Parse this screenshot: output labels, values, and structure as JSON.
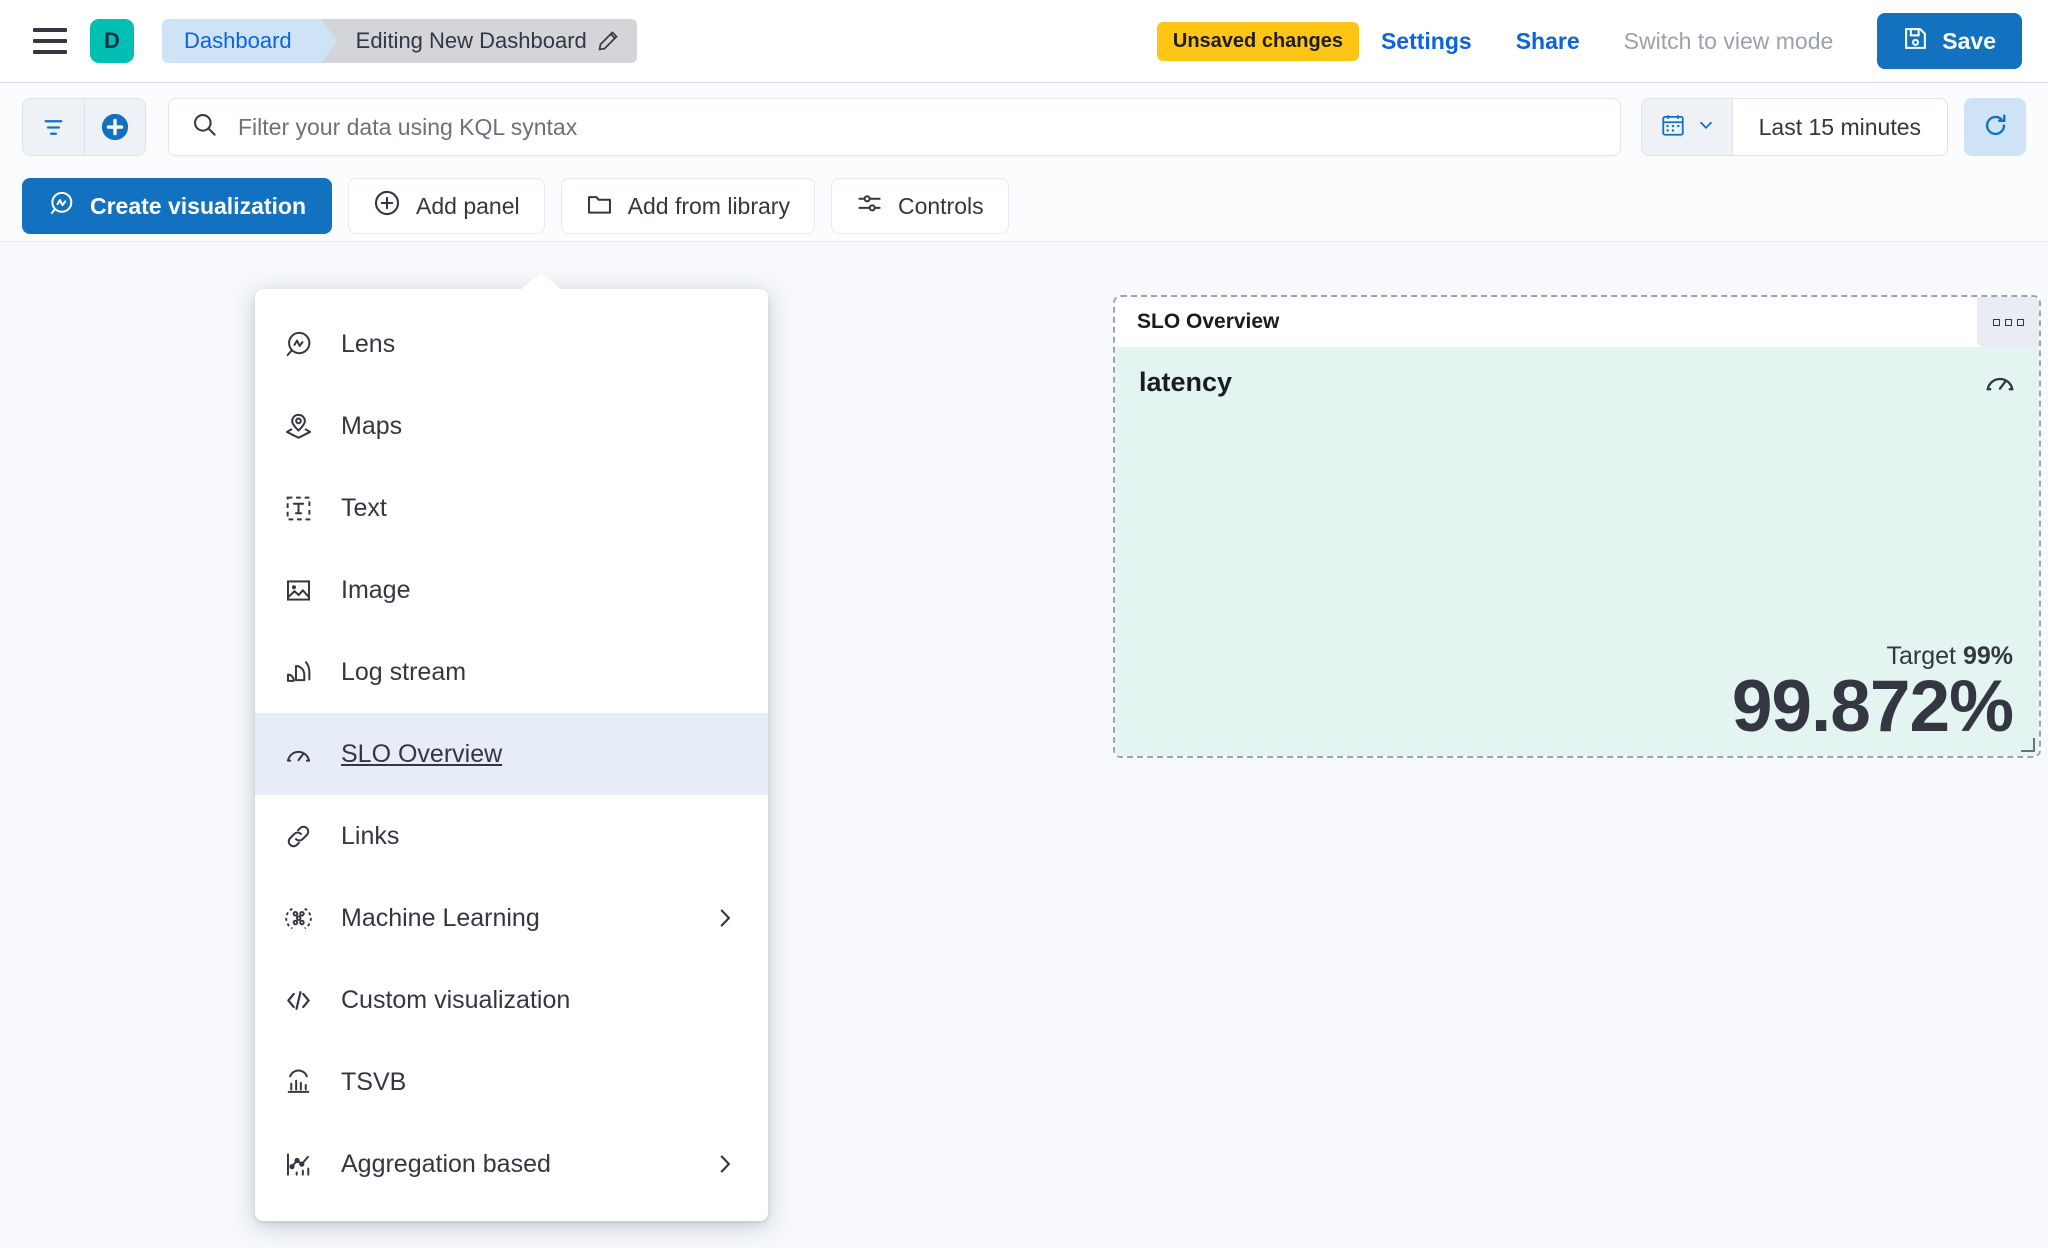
{
  "header": {
    "menu_icon": "hamburger-icon",
    "space_avatar_letter": "D",
    "breadcrumbs": [
      {
        "label": "Dashboard",
        "icon": ""
      },
      {
        "label": "Editing New Dashboard",
        "icon": "pencil-icon"
      }
    ],
    "unsaved_badge": "Unsaved changes",
    "settings_label": "Settings",
    "share_label": "Share",
    "view_mode_label": "Switch to view mode",
    "save_label": "Save",
    "save_icon": "save-disk-icon",
    "accent_blue": "#0b64dd",
    "primary_button_bg": "#1272c0",
    "warning_badge_bg": "#fec514",
    "space_avatar_bg": "#00bfb3"
  },
  "query_bar": {
    "filter_icon": "filter-icon",
    "add_filter_icon": "plus-circle-icon",
    "search_icon": "search-icon",
    "search_value": "",
    "search_placeholder": "Filter your data using KQL syntax",
    "calendar_icon": "calendar-icon",
    "calendar_chevron": "chevron-down-icon",
    "time_range": "Last 15 minutes",
    "refresh_icon": "refresh-icon"
  },
  "toolbar": {
    "create_visualization": "Create visualization",
    "create_visualization_icon": "lens-icon",
    "add_panel": "Add panel",
    "add_panel_icon": "plus-circle-icon",
    "add_from_library": "Add from library",
    "add_from_library_icon": "folder-icon",
    "controls": "Controls",
    "controls_icon": "controls-sliders-icon"
  },
  "add_panel_menu": {
    "open": true,
    "items": [
      {
        "label": "Lens",
        "icon": "lens-icon",
        "selected": false,
        "submenu": false
      },
      {
        "label": "Maps",
        "icon": "maps-pin-icon",
        "selected": false,
        "submenu": false
      },
      {
        "label": "Text",
        "icon": "text-box-icon",
        "selected": false,
        "submenu": false
      },
      {
        "label": "Image",
        "icon": "image-icon",
        "selected": false,
        "submenu": false
      },
      {
        "label": "Log stream",
        "icon": "log-stream-icon",
        "selected": false,
        "submenu": false
      },
      {
        "label": "SLO Overview",
        "icon": "gauge-icon",
        "selected": true,
        "submenu": false
      },
      {
        "label": "Links",
        "icon": "link-chain-icon",
        "selected": false,
        "submenu": false
      },
      {
        "label": "Machine Learning",
        "icon": "machine-learning-icon",
        "selected": false,
        "submenu": true
      },
      {
        "label": "Custom visualization",
        "icon": "code-brackets-icon",
        "selected": false,
        "submenu": false
      },
      {
        "label": "TSVB",
        "icon": "tsvb-bars-icon",
        "selected": false,
        "submenu": false
      },
      {
        "label": "Aggregation based",
        "icon": "aggregation-chart-icon",
        "selected": false,
        "submenu": true
      }
    ],
    "selected_bg": "#e6edf7"
  },
  "slo_panel": {
    "title": "SLO Overview",
    "panel_menu_icon": "panel-context-menu-icon",
    "metric_name": "latency",
    "gauge_icon": "gauge-icon",
    "target_label": "Target",
    "target_value": "99%",
    "sli_value": "99.872%",
    "body_bg": "#e4f4f1",
    "resize_handle_icon": "resize-handle-icon"
  }
}
